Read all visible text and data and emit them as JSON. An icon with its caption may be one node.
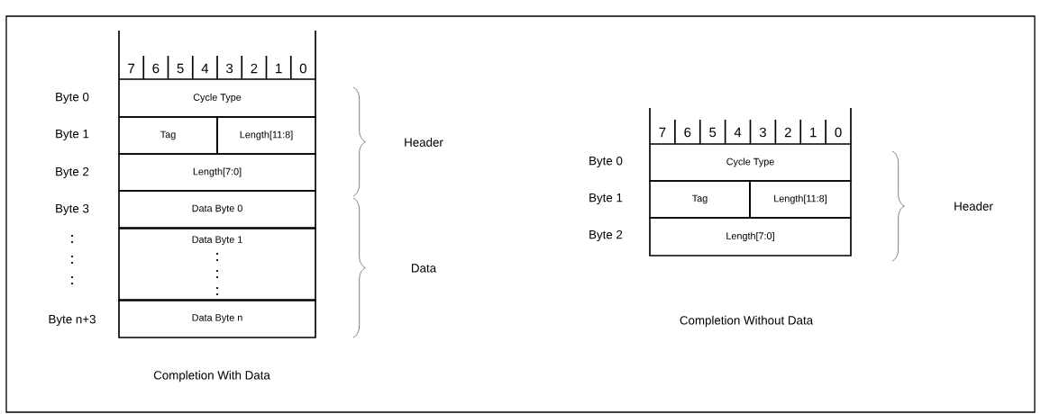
{
  "diagram": {
    "nodes": [
      {
        "text": [
          "Cycle Type"
        ]
      },
      {
        "text": [
          "Tag"
        ]
      },
      {
        "text": [
          "Length[11:8]"
        ]
      },
      {
        "text": [
          "Length[7:0]"
        ]
      },
      {
        "text": [
          "Data Byte 0"
        ]
      },
      {
        "text": [
          "Data Byte 1"
        ]
      },
      {
        "text": [
          "Data Byte n"
        ]
      },
      {
        "text": [
          "Cycle Type"
        ]
      },
      {
        "text": [
          "Tag"
        ]
      },
      {
        "text": [
          "Length[11:8]"
        ]
      },
      {
        "text": [
          "Length[7:0]"
        ]
      }
    ],
    "labels": [
      "7",
      "6",
      "5",
      "4",
      "3",
      "2",
      "1",
      "0",
      "Byte 0",
      "Byte 1",
      "Byte 2",
      "Byte 3",
      "Byte n+3",
      "Header",
      "Data",
      "Completion With Data",
      "7",
      "6",
      "5",
      "4",
      "3",
      "2",
      "1",
      "0",
      "Byte 0",
      "Byte 1",
      "Byte 2",
      "Header",
      "Completion Without Data"
    ]
  }
}
